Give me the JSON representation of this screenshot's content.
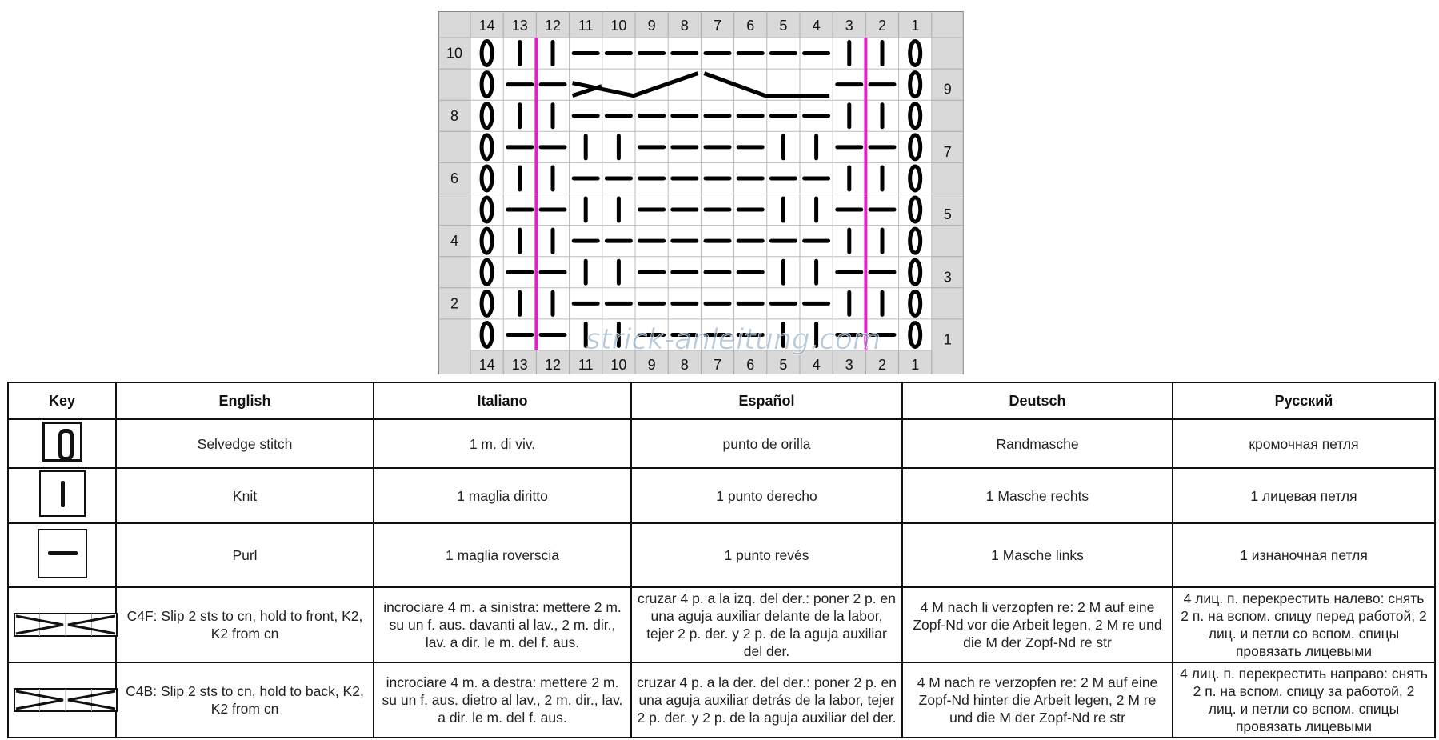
{
  "chart": {
    "cols": [
      "14",
      "13",
      "12",
      "11",
      "10",
      "9",
      "8",
      "7",
      "6",
      "5",
      "4",
      "3",
      "2",
      "1"
    ],
    "rows_right": [
      "9",
      "7",
      "5",
      "3",
      "1"
    ],
    "rows_left": [
      "10",
      "8",
      "6",
      "4",
      "2"
    ],
    "watermark": "strick-anleitung.com",
    "line_color": "#e020c8",
    "grid": [
      "SKKPPPPPPPPKKS",
      "SPPCCCCCCCCPPS",
      "SKKPPPPPPPPKKS",
      "SPPKKPPPPKKPPS",
      "SKKPPPPPPPPKKS",
      "SPPKKPPPPKKPPS",
      "SKKPPPPPPPPKKS",
      "SPPKKPPPPKKPPS",
      "SKKPPPPPPPPKKS",
      "SPPKKPPPPKKPPS"
    ]
  },
  "key": {
    "headers": [
      "Key",
      "English",
      "Italiano",
      "Español",
      "Deutsch",
      "Русский"
    ],
    "rows": [
      {
        "symbol": "selvedge-icon",
        "en": "Selvedge stitch",
        "it": "1 m. di viv.",
        "es": "punto de orilla",
        "de": "Randmasche",
        "ru": "кромочная петля"
      },
      {
        "symbol": "knit-icon",
        "en": "Knit",
        "it": "1 maglia  diritto",
        "es": "1 punto derecho",
        "de": "1 Masche rechts",
        "ru": "1 лицевая петля"
      },
      {
        "symbol": "purl-icon",
        "en": "Purl",
        "it": "1 maglia roverscia",
        "es": "1 punto revés",
        "de": "1 Masche links",
        "ru": "1 изнаночная петля"
      },
      {
        "symbol": "c4f-icon",
        "en": "C4F: Slip 2 sts to cn, hold to front, K2, K2 from cn",
        "it": "incrociare 4 m. a sinistra: mettere 2 m. su un f. aus. davanti al lav., 2 m. dir., lav. a dir. le m. del f. aus.",
        "es": "cruzar 4 p. a la izq. del der.: poner 2 p. en una aguja auxiliar delante de la labor, tejer 2 p. der. y 2 p. de la aguja auxiliar del der.",
        "de": "4 M nach li verzopfen re: 2 M auf eine Zopf-Nd vor die Arbeit legen, 2 M re und die M der Zopf-Nd re str",
        "ru": "4 лиц. п. перекрестить налево: снять 2 п. на вспом. спицу перед работой, 2 лиц. и петли со вспом. спицы провязать лицевыми"
      },
      {
        "symbol": "c4b-icon",
        "en": "C4B: Slip 2 sts to cn, hold to back, K2, K2 from cn",
        "it": "incrociare 4 m. a destra: mettere 2 m. su un f. aus. dietro al lav., 2 m. dir., lav. a dir. le m. del f. aus.",
        "es": "cruzar 4 p. a la der. del der.: poner 2 p. en una aguja auxiliar detrás de la labor, tejer 2 p. der. y 2 p. de la aguja auxiliar del der.",
        "de": "4 M nach re verzopfen re: 2 M auf eine Zopf-Nd hinter die Arbeit legen, 2 M re und die M der Zopf-Nd re str",
        "ru": "4 лиц. п. перекрестить направо: снять 2 п. на вспом. спицу за работой, 2 лиц. и петли со вспом. спицы провязать лицевыми"
      }
    ]
  }
}
